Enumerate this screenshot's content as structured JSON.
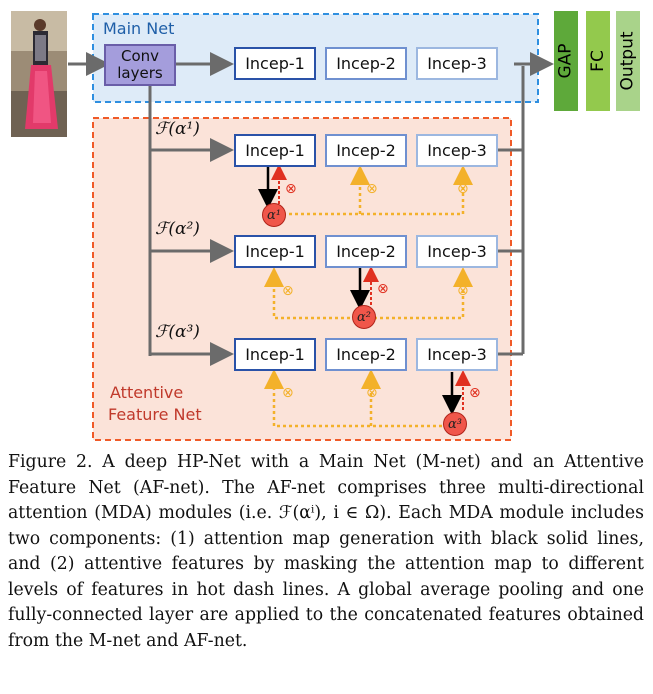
{
  "main_net": {
    "label": "Main Net",
    "conv_label": "Conv layers"
  },
  "blocks": {
    "incep1": "Incep-1",
    "incep2": "Incep-2",
    "incep3": "Incep-3"
  },
  "heads": {
    "gap": "GAP",
    "fc": "FC",
    "output": "Output"
  },
  "af_net": {
    "label_line1": "Attentive",
    "label_line2": "Feature Net"
  },
  "functions": [
    "ℱ(α¹)",
    "ℱ(α²)",
    "ℱ(α³)"
  ],
  "alphas": [
    "α¹",
    "α²",
    "α³"
  ],
  "caption": "Figure 2. A deep HP-Net with a Main Net (M-net) and an Attentive Feature Net (AF-net). The AF-net comprises three multi-directional attention (MDA) modules (i.e. ℱ(αⁱ), i ∈ Ω). Each MDA module includes two components: (1) attention map generation with black solid lines, and (2) attentive features by masking the attention map to different levels of features in hot dash lines. A global average pooling and one fully-connected layer are applied to the concatenated features obtained from the M-net and AF-net.",
  "colors": {
    "main_border": "#2f8fe0",
    "af_border": "#f05a28",
    "gap": "#5ea93a",
    "fc": "#93c94d",
    "output": "#a9d38a"
  }
}
